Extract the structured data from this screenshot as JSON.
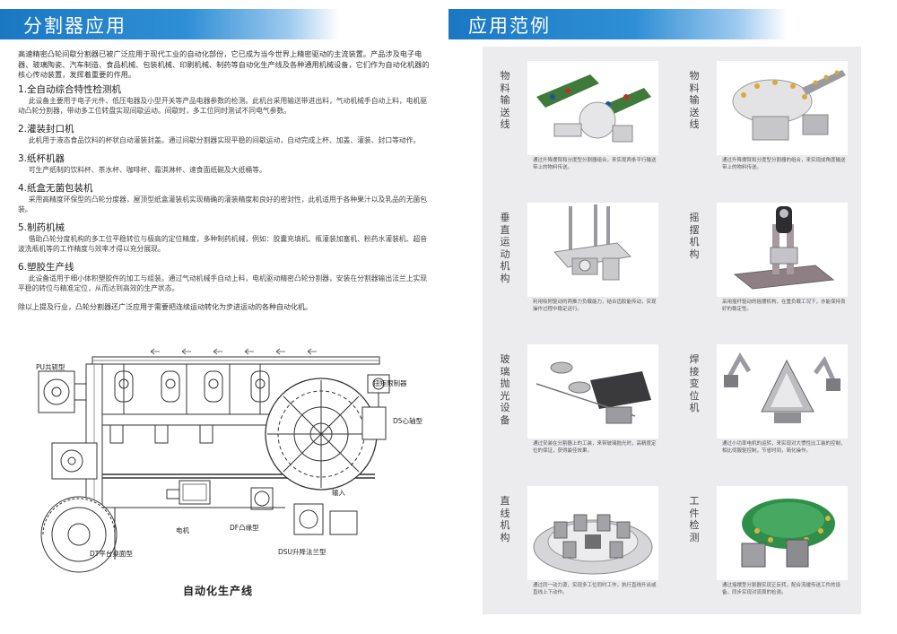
{
  "left": {
    "title": "分割器应用",
    "intro": "高速精密凸轮间歇分割器已被广泛应用于现代工业的自动化部份，它已成为当今世界上精密驱动的主流装置。产品涉及电子电器、玻璃陶瓷、汽车制造、食品机械、包装机械、印刷机械、制药等自动化生产线及各种通用机械设备，它们作为自动化机器的核心传动装置，发挥着重要的作用。",
    "sections": [
      {
        "heading": "1.全自动综合特性检测机",
        "body": "此设备主要用于电子元件、低压电器及小型开关等产品电器参数的检测。此机台采用输送带进出料，气动机械手自动上料，电机驱动凸轮分割器，带动多工位转盘实现间歇运动。间歇时，多工位同时测试不同电气参数。"
      },
      {
        "heading": "2.灌装封口机",
        "body": "此机用于液态食品饮料的杯状自动灌装封盖。通过间歇分割器实现平稳的间歇运动，自动完成上杯、加盖、灌装、封口等动作。"
      },
      {
        "heading": "3.纸杯机器",
        "body": "可生产纸制的饮料杯、茶水杯、咖啡杯、霜淇淋杯、速食面纸碗及大纸桶等。"
      },
      {
        "heading": "4.纸盒无菌包装机",
        "body": "采用高精度环保型的凸轮分度器，屋顶型纸盒灌装机实现精确的灌装精度和良好的密封性，此机适用于各种果汁以及乳品的无菌包装。"
      },
      {
        "heading": "5.制药机械",
        "body": "借助凸轮分度机构的多工位平稳转位与极高的定位精度，多种制药机械，例如：胶囊充填机、瓶灌装加塞机、粉药水灌装机、超音波洗瓶机等的工作精度与效率才得以充分展现。"
      },
      {
        "heading": "6.塑胶生产线",
        "body": "此设备适用于细小体积塑胶件的加工与组装。通过气动机械手自动上料，电机驱动精密凸轮分割器，安装在分割器输出法兰上实现平稳的转位与精准定位，从而达到高效的生产状态。"
      }
    ],
    "closing": "除以上提及行业，凸轮分割器还广泛应用于需要把连续运动转化为步进运动的各种自动化机。",
    "diagram": {
      "labels": {
        "pu": "PU共轭型",
        "torque": "扭矩限制器",
        "d5": "D5心轴型",
        "motor": "电机",
        "df": "DF凸缘型",
        "dsu": "DSU升降法兰型",
        "dt": "DT平台桌面型",
        "input": "输入"
      },
      "caption": "自动化生产线"
    }
  },
  "right": {
    "title": "应用范例",
    "items": [
      {
        "label": "物料输送线",
        "desc": "通过升降摆臂和分度型分割器组合，来实现两条平行输送带上的物料传送。"
      },
      {
        "label": "物料输送线",
        "desc": "通过升降摆臂和分度型分割器的组合，来实现成角度输送带上的物料传送。"
      },
      {
        "label": "垂直运动机构",
        "desc": "利用吸附驱动的两推力负载能力，结合齿胶能传动，实现操作过程中稳定运行。"
      },
      {
        "label": "摇摆机构",
        "desc": "采用摇杆驱动的摇摆机构，在重负载工况下，亦能保持良好的稳定性。"
      },
      {
        "label": "玻璃抛光设备",
        "desc": "通过安装在分割器上的工装，来带玻璃抛光时，高精度定位的保证，获得最佳效果。"
      },
      {
        "label": "焊接变位机",
        "desc": "通过小功率电机的运转，来实现对大惯性比工装的控制，相比伺服驱控制，节省时间，简化操作。"
      },
      {
        "label": "直线机构",
        "desc": "通过同一动力源，实现多工位同时工作，执行直线升出或直线上下动作。"
      },
      {
        "label": "工件检测",
        "desc": "通过摇摆型分割器实现正反转，配合流缓传送工件的设备，同步实现对流周的检测。"
      }
    ]
  }
}
